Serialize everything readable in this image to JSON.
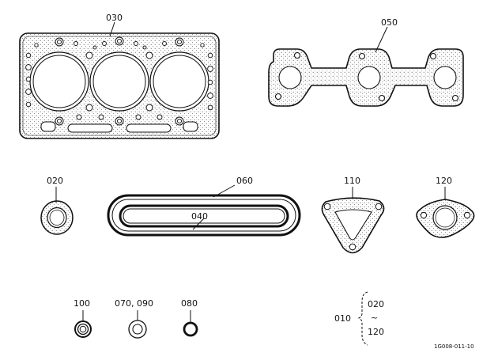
{
  "parts": {
    "p030": "030",
    "p050": "050",
    "p020": "020",
    "p060": "060",
    "p040": "040",
    "p110": "110",
    "p120": "120",
    "p100": "100",
    "p070_090": "070, 090",
    "p080": "080"
  },
  "legend": {
    "set_label": "010",
    "range_start": "020",
    "range_sep": "~",
    "range_end": "120"
  },
  "figure_code": "1G008-011-10",
  "colors": {
    "ink": "#111111",
    "paper": "#ffffff",
    "stipple": "#555555"
  }
}
